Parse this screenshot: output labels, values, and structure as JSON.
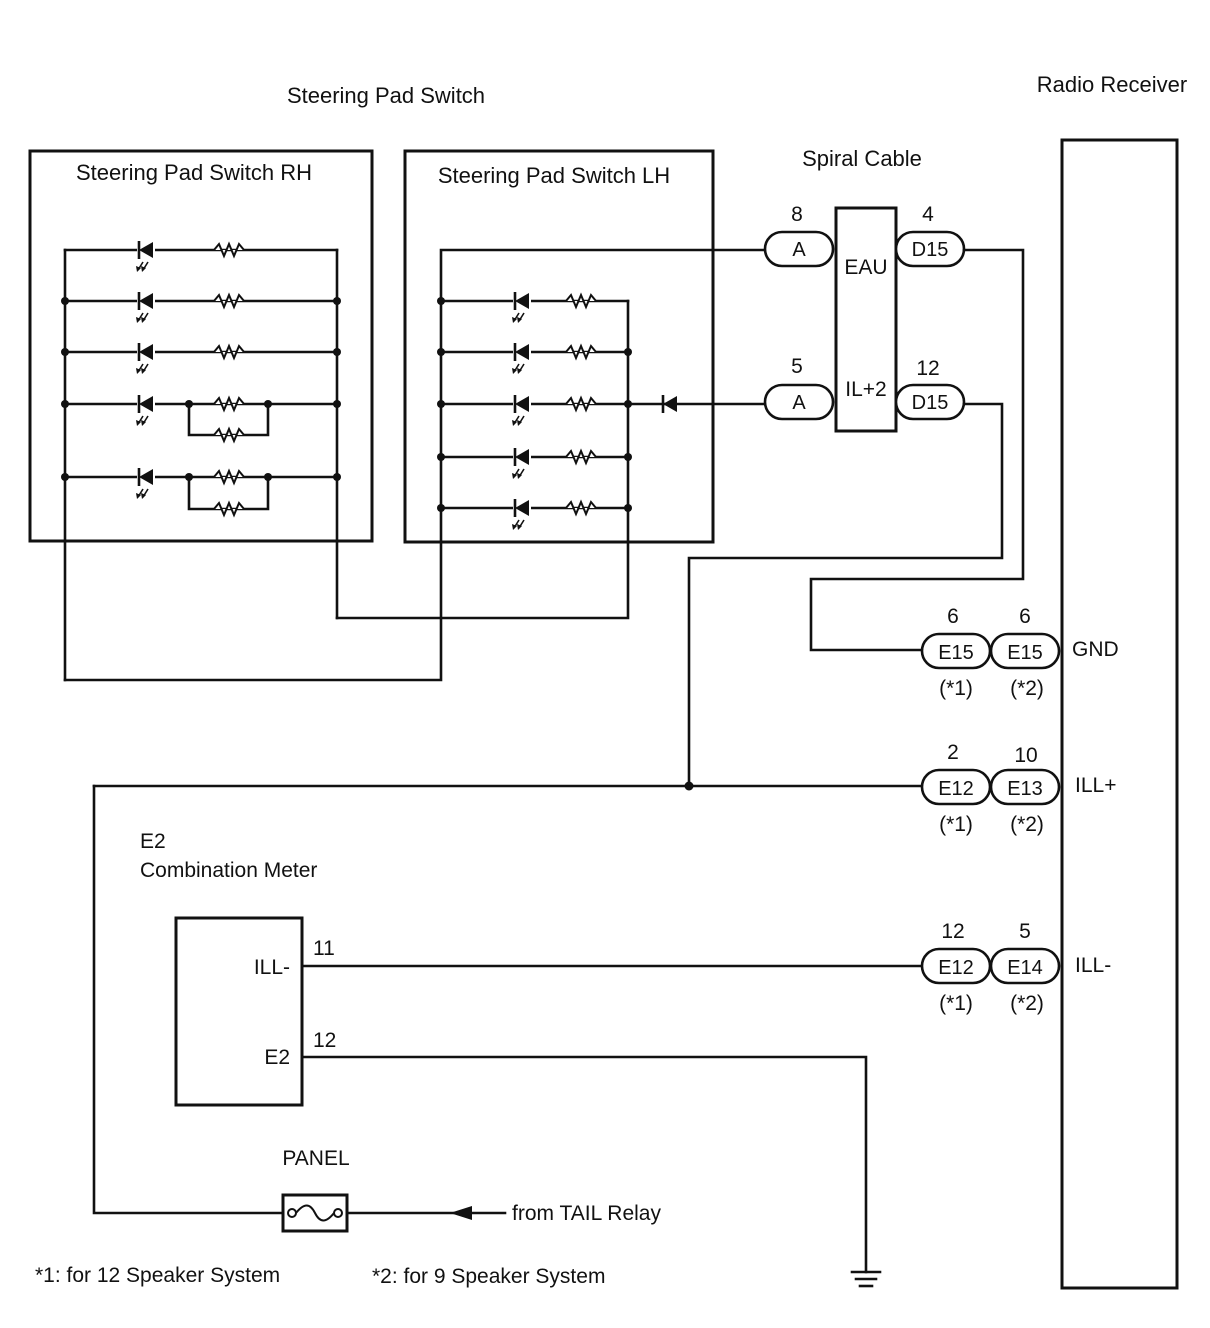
{
  "title": "Steering Pad Switch",
  "radio_receiver": {
    "title": "Radio Receiver",
    "pins": {
      "gnd": "GND",
      "ill_plus": "ILL+",
      "ill_minus": "ILL-"
    }
  },
  "switch_rh": {
    "title": "Steering Pad Switch RH"
  },
  "switch_lh": {
    "title": "Steering Pad Switch LH"
  },
  "spiral_cable": {
    "title": "Spiral Cable",
    "label_top": "EAU",
    "label_bottom": "IL+2",
    "connectors": [
      {
        "name": "A",
        "pin": "8"
      },
      {
        "name": "D15",
        "pin": "4"
      },
      {
        "name": "A",
        "pin": "5"
      },
      {
        "name": "D15",
        "pin": "12"
      }
    ]
  },
  "receiver_connectors": {
    "gnd": [
      {
        "name": "E15",
        "pin": "6",
        "note": "(*1)"
      },
      {
        "name": "E15",
        "pin": "6",
        "note": "(*2)"
      }
    ],
    "ill_plus": [
      {
        "name": "E12",
        "pin": "2",
        "note": "(*1)"
      },
      {
        "name": "E13",
        "pin": "10",
        "note": "(*2)"
      }
    ],
    "ill_minus": [
      {
        "name": "E12",
        "pin": "12",
        "note": "(*1)"
      },
      {
        "name": "E14",
        "pin": "5",
        "note": "(*2)"
      }
    ]
  },
  "combination_meter": {
    "code": "E2",
    "name": "Combination Meter",
    "pins": [
      {
        "label": "ILL-",
        "pin": "11"
      },
      {
        "label": "E2",
        "pin": "12"
      }
    ]
  },
  "fuse": {
    "label": "PANEL",
    "source": "from TAIL Relay"
  },
  "footnotes": [
    "*1: for 12 Speaker System",
    "*2: for 9 Speaker System"
  ]
}
